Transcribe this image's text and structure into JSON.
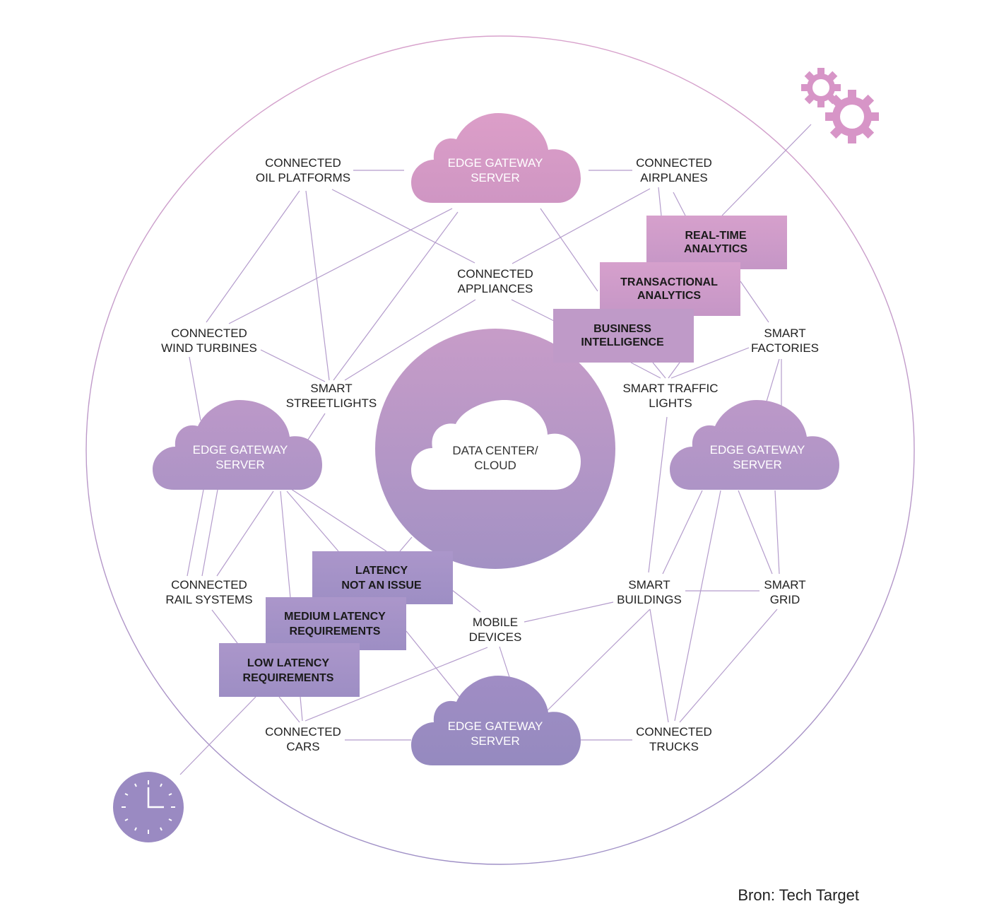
{
  "colors": {
    "pink": "#d89ac6",
    "mauve": "#b090c6",
    "purple": "#9a8ac2",
    "ring": "#c8a8d8",
    "link": "#b49ccc"
  },
  "clouds": {
    "top": [
      "EDGE GATEWAY",
      "SERVER"
    ],
    "left": [
      "EDGE GATEWAY",
      "SERVER"
    ],
    "right": [
      "EDGE GATEWAY",
      "SERVER"
    ],
    "bottom": [
      "EDGE GATEWAY",
      "SERVER"
    ]
  },
  "data_center": [
    "DATA CENTER/",
    "CLOUD"
  ],
  "nodes": {
    "oil": [
      "CONNECTED",
      "OIL PLATFORMS"
    ],
    "airplanes": [
      "CONNECTED",
      "AIRPLANES"
    ],
    "appliances": [
      "CONNECTED",
      "APPLIANCES"
    ],
    "wind": [
      "CONNECTED",
      "WIND TURBINES"
    ],
    "factories": [
      "SMART",
      "FACTORIES"
    ],
    "streetlights": [
      "SMART",
      "STREETLIGHTS"
    ],
    "traffic": [
      "SMART TRAFFIC",
      "LIGHTS"
    ],
    "rail": [
      "CONNECTED",
      "RAIL SYSTEMS"
    ],
    "buildings": [
      "SMART",
      "BUILDINGS"
    ],
    "grid": [
      "SMART",
      "GRID"
    ],
    "mobile": [
      "MOBILE",
      "DEVICES"
    ],
    "cars": [
      "CONNECTED",
      "CARS"
    ],
    "trucks": [
      "CONNECTED",
      "TRUCKS"
    ]
  },
  "analytics_steps": [
    [
      "REAL-TIME",
      "ANALYTICS"
    ],
    [
      "TRANSACTIONAL",
      "ANALYTICS"
    ],
    [
      "BUSINESS",
      "INTELLIGENCE"
    ]
  ],
  "latency_steps": [
    [
      "LATENCY",
      "NOT AN  ISSUE"
    ],
    [
      "MEDIUM LATENCY",
      "REQUIREMENTS"
    ],
    [
      "LOW LATENCY",
      "REQUIREMENTS"
    ]
  ],
  "icons": {
    "gears": "gears-icon",
    "clock": "clock-icon"
  },
  "source": "Bron: Tech Target"
}
